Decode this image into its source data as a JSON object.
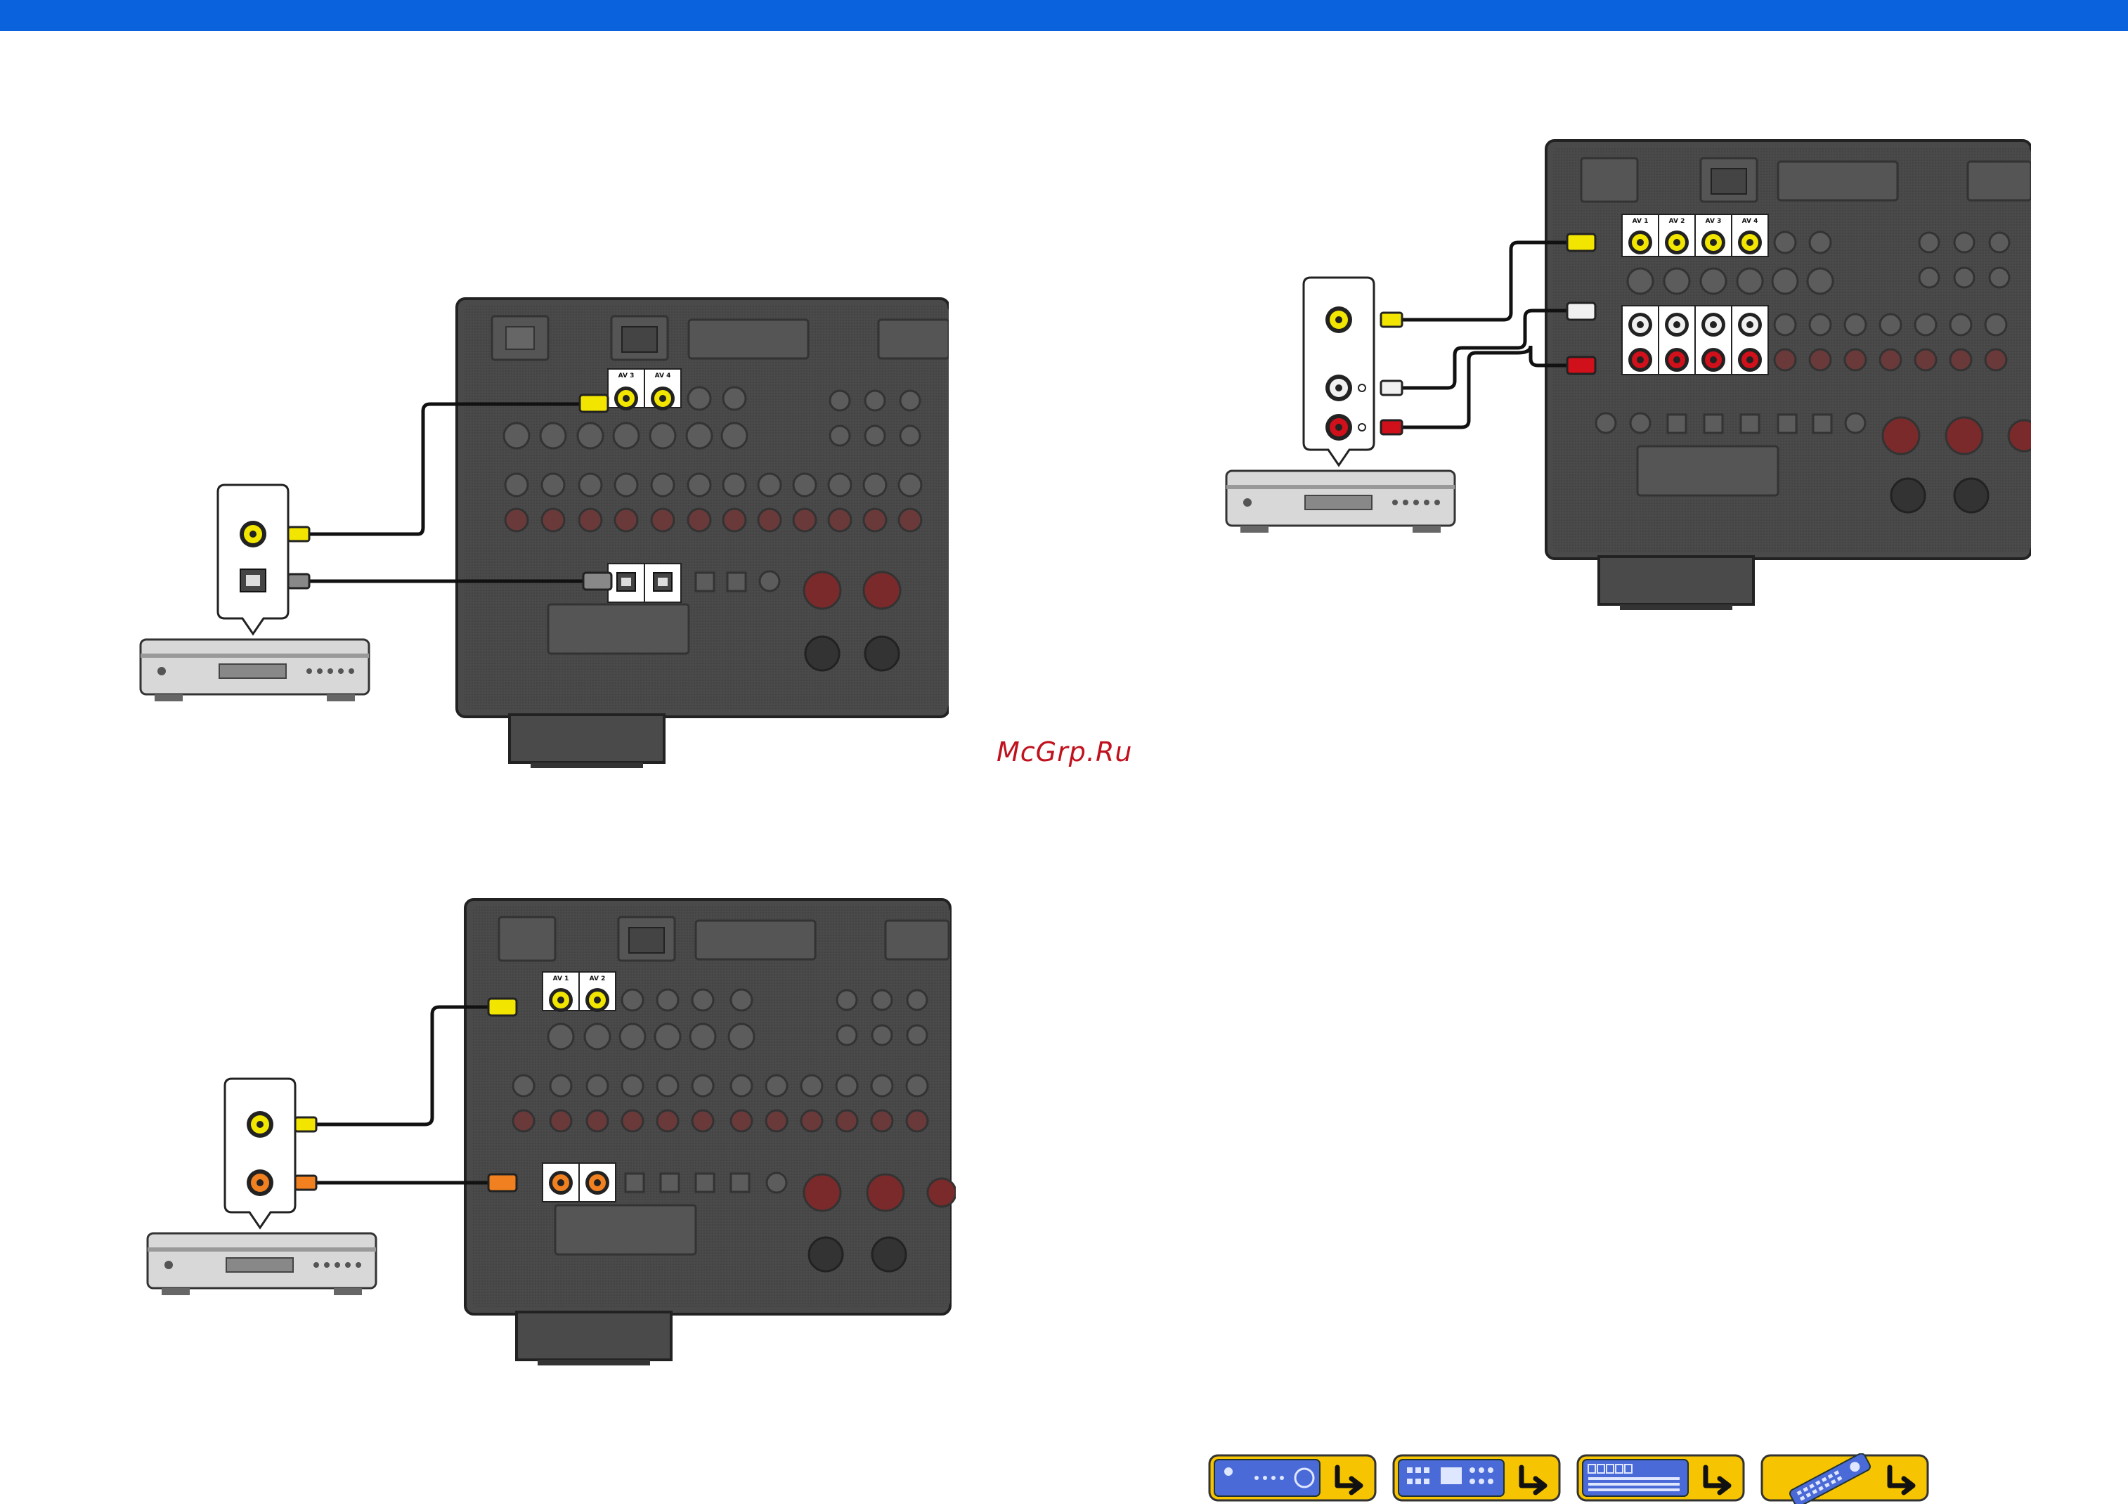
{
  "watermark": "McGrp.Ru",
  "receiver_labels": {
    "av3": "AV 3",
    "av4": "AV 4",
    "av1": "AV 1",
    "av2": "AV 2"
  },
  "nav": {
    "buttons": [
      {
        "icon": "receiver-front-icon"
      },
      {
        "icon": "receiver-rear-icon"
      },
      {
        "icon": "display-panel-icon"
      },
      {
        "icon": "remote-control-icon"
      }
    ]
  },
  "colors": {
    "header_blue": "#0a62dc",
    "receiver_body": "#4a4a4a",
    "jack_yellow": "#f2e600",
    "jack_red": "#d0101a",
    "jack_white": "#f0f0f0",
    "jack_orange": "#f08020",
    "nav_yellow": "#f6c400",
    "nav_blue": "#4a6ad8"
  }
}
